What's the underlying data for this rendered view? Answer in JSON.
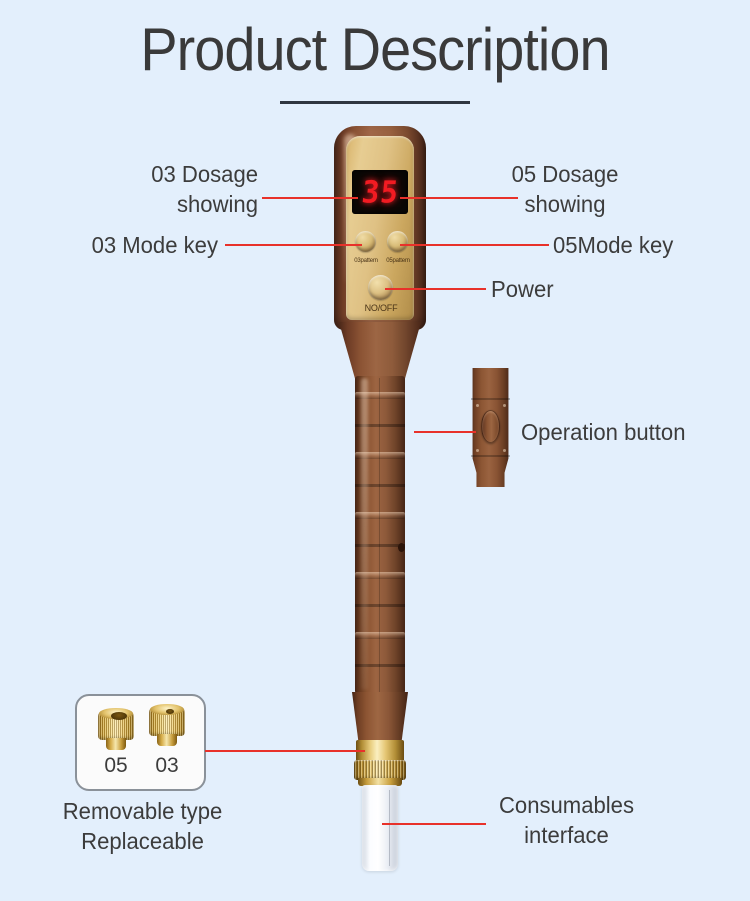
{
  "page": {
    "title": "Product Description",
    "background_color": "#e3effc",
    "text_color": "#3c3c3c",
    "leader_line_color": "#e8312a"
  },
  "device": {
    "display": {
      "value": "35",
      "color": "#f21b22"
    },
    "panel": {
      "mode_03_label": "03pattern",
      "mode_05_label": "05pattern",
      "power_label": "NO/OFF"
    }
  },
  "callouts": {
    "dosage_03": "03 Dosage\nshowing",
    "mode_key_03": "03 Mode key",
    "dosage_05": "05 Dosage\nshowing",
    "mode_key_05": "05Mode key",
    "power": "Power",
    "operation_button": "Operation button",
    "consumables_interface": "Consumables\ninterface",
    "removable": "Removable type\nReplaceable"
  },
  "nozzles": {
    "left_label": "05",
    "right_label": "03"
  }
}
